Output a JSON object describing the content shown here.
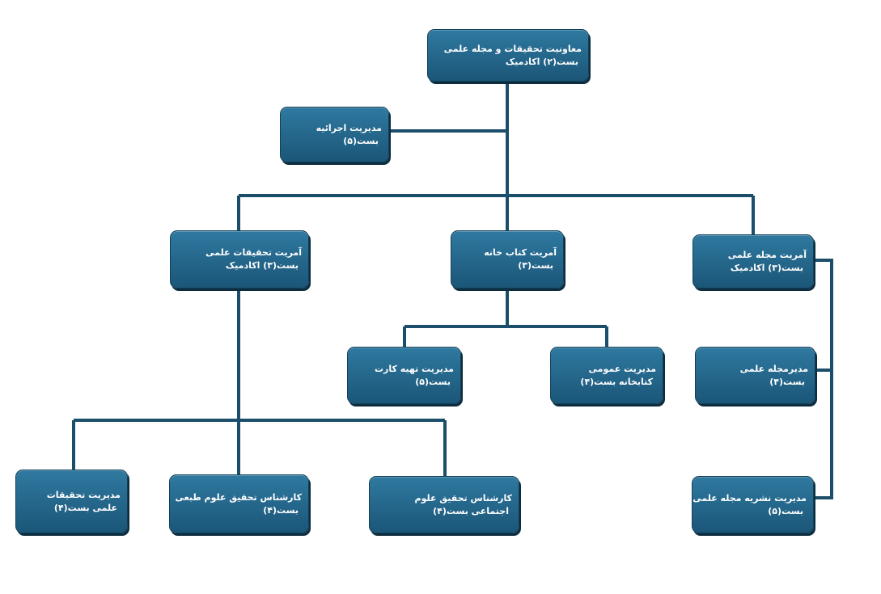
{
  "nodes": [
    {
      "id": "root",
      "l1": "معاونیت تحقیقات و مجله علمی",
      "l2": "بست(۲) اکادمیک"
    },
    {
      "id": "exec",
      "l1": "مدیریت اجرائیه",
      "l2": "بست(۵)"
    },
    {
      "id": "research",
      "l1": "آمریت تحقیقات علمی",
      "l2": "بست(۳) اکادمیک"
    },
    {
      "id": "library",
      "l1": "آمریت کتاب خانه",
      "l2": "بست(۳)"
    },
    {
      "id": "journal",
      "l1": "آمریت مجله علمی",
      "l2": "بست(۳) اکادمیک"
    },
    {
      "id": "card",
      "l1": "مدیریت تهیه کارت",
      "l2": "بست(۵)"
    },
    {
      "id": "publib",
      "l1": "مدیریت عمومی",
      "l2": "کتابخانه بست(۴)"
    },
    {
      "id": "journalmgr",
      "l1": "مدیرمجله علمی",
      "l2": "بست(۴)"
    },
    {
      "id": "resmgr",
      "l1": "مدیریت تحقیقات",
      "l2": "علمی بست(۴)"
    },
    {
      "id": "natsci",
      "l1": "کارشناس تحقیق علوم طبعی",
      "l2": "بست(۴)"
    },
    {
      "id": "socsci",
      "l1": "کارشناس تحقیق علوم",
      "l2": "اجتماعی بست(۴)"
    },
    {
      "id": "publish",
      "l1": "مدیریت نشریه مجله علمی",
      "l2": "بست(۵)"
    }
  ]
}
